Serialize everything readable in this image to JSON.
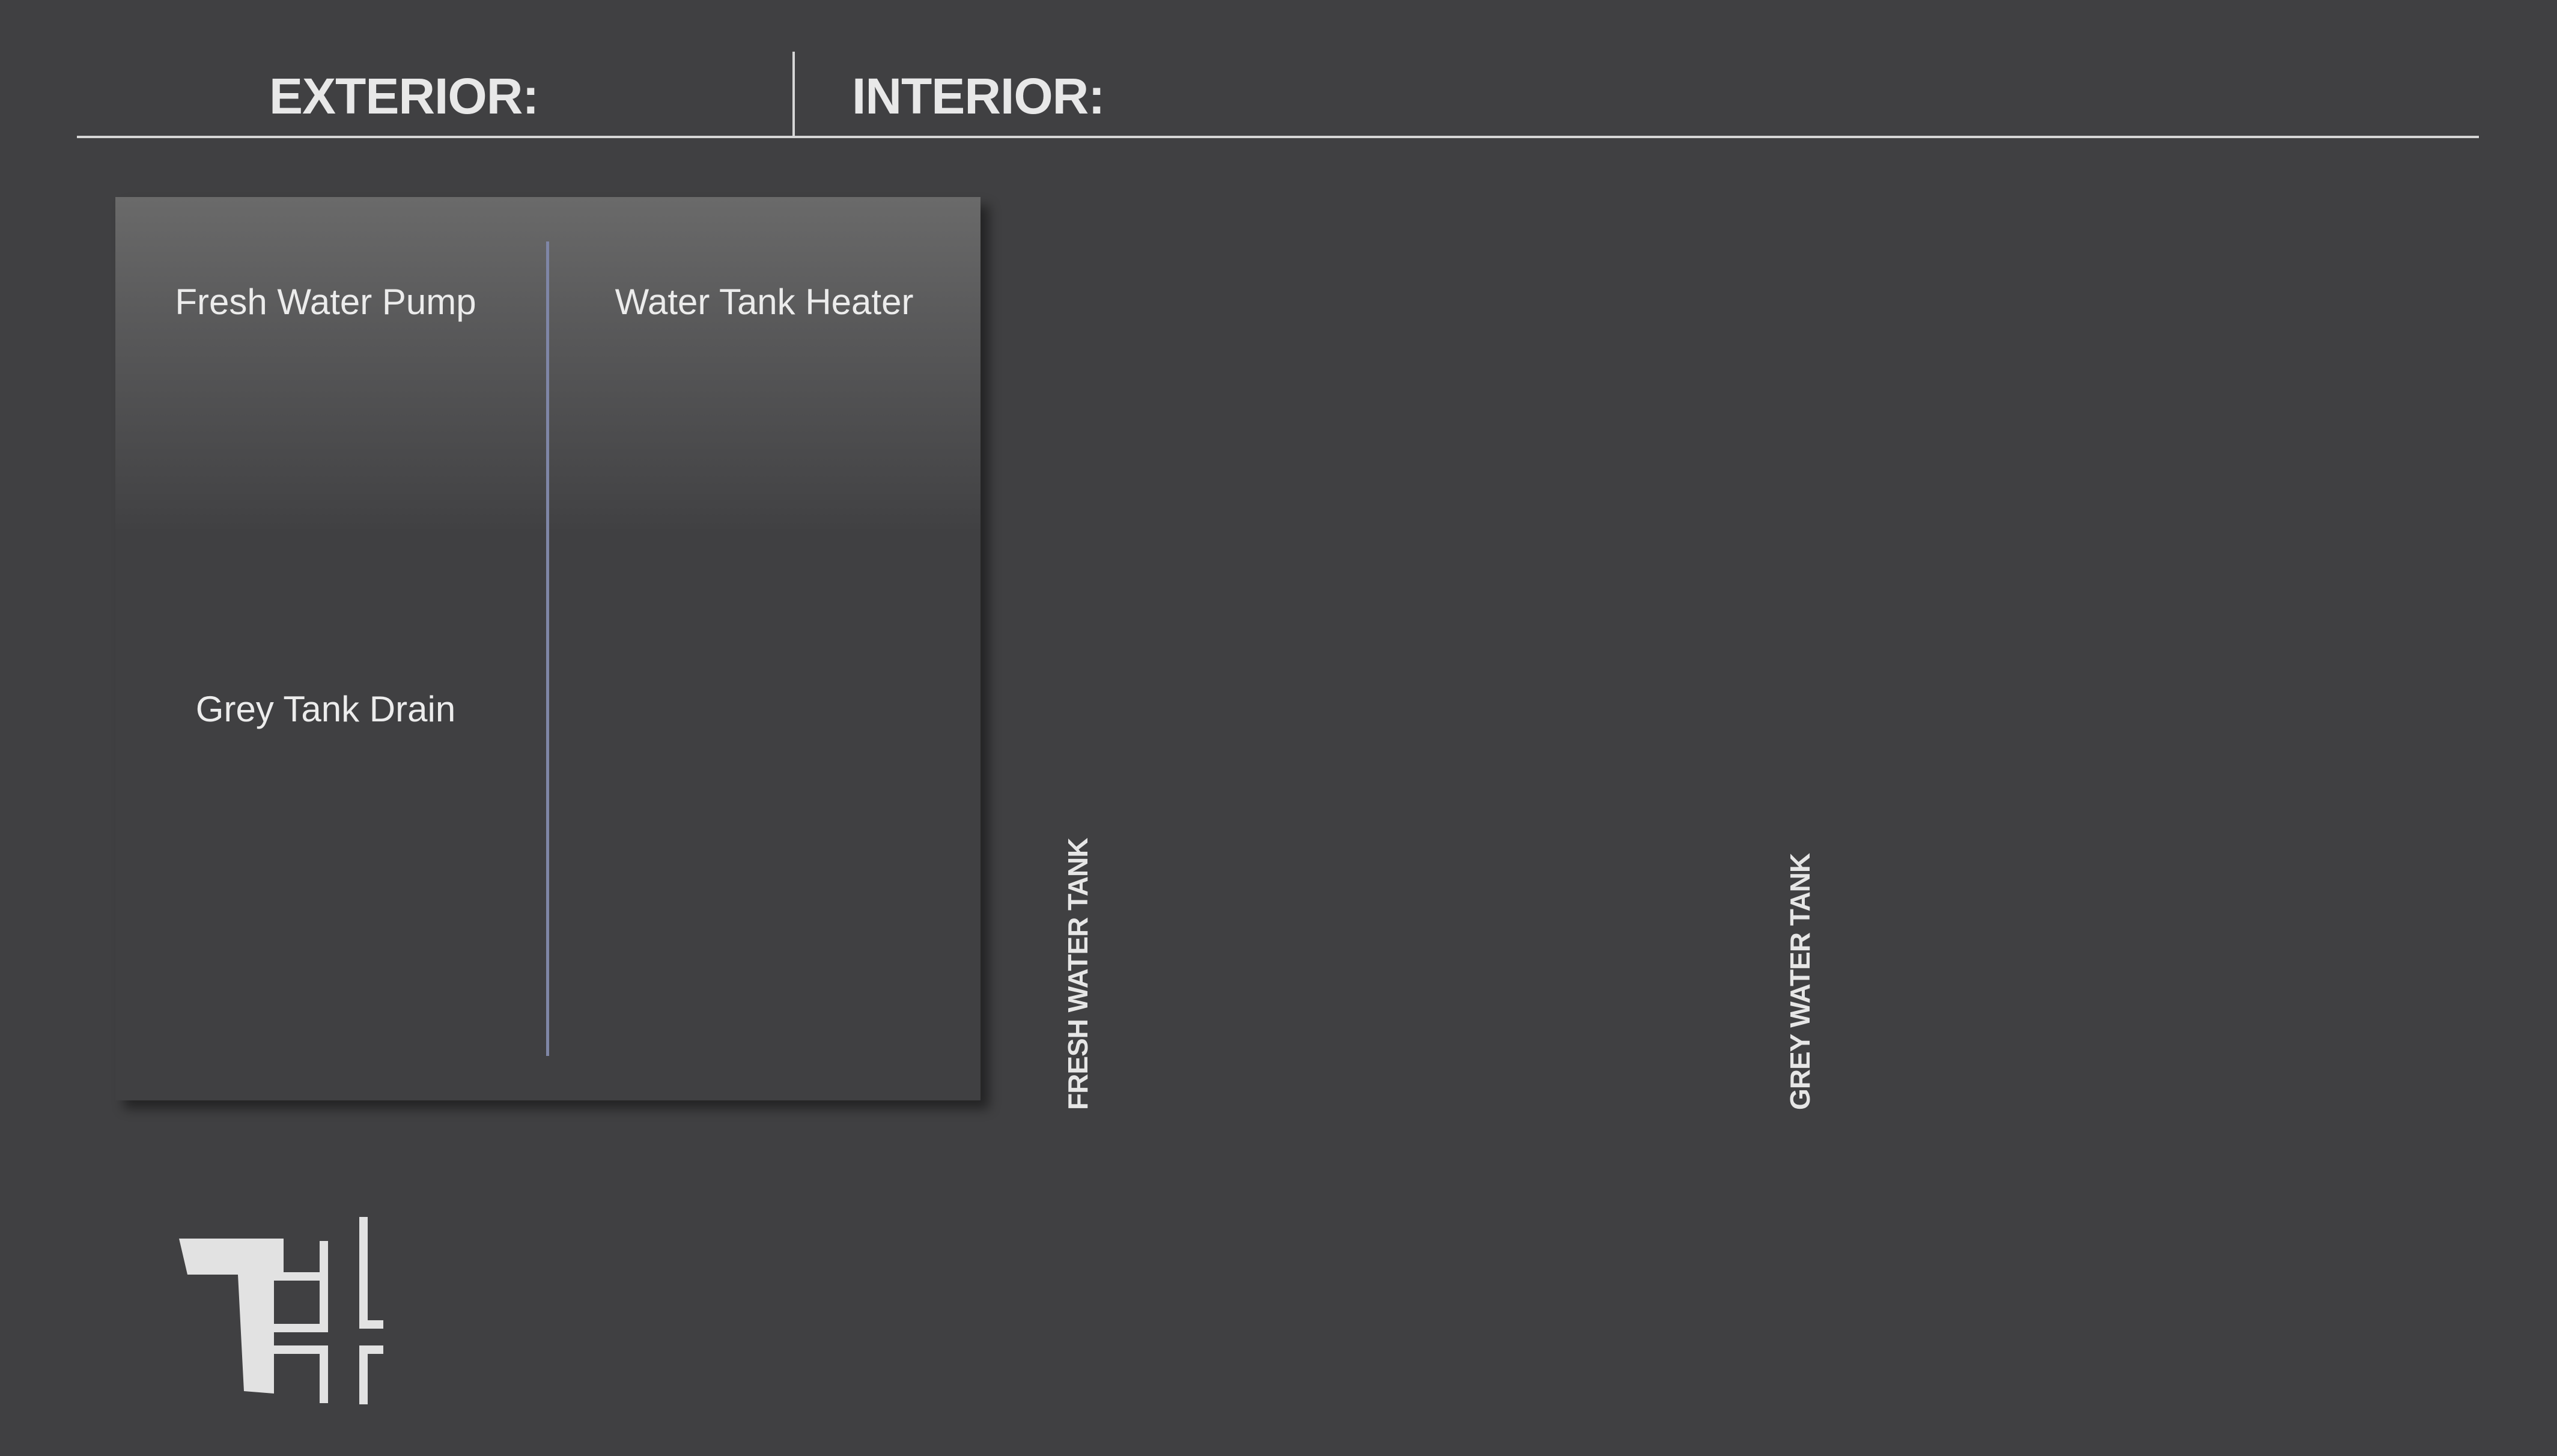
{
  "header": {
    "exterior_title": "EXTERIOR:",
    "interior_title": "INTERIOR:"
  },
  "exterior": {
    "controls": [
      {
        "label": "Fresh Water Pump"
      },
      {
        "label": "Water Tank Heater"
      },
      {
        "label": "Grey Tank Drain"
      }
    ]
  },
  "interior": {
    "tanks": [
      {
        "label": "FRESH WATER TANK"
      },
      {
        "label": "GREY WATER TANK"
      }
    ]
  },
  "brand": {
    "icon": "logo-icon"
  },
  "colors": {
    "background": "#404042",
    "text": "#e6e6e6",
    "rule": "#d6d6d6",
    "panel_divider": "#7f86a6"
  }
}
